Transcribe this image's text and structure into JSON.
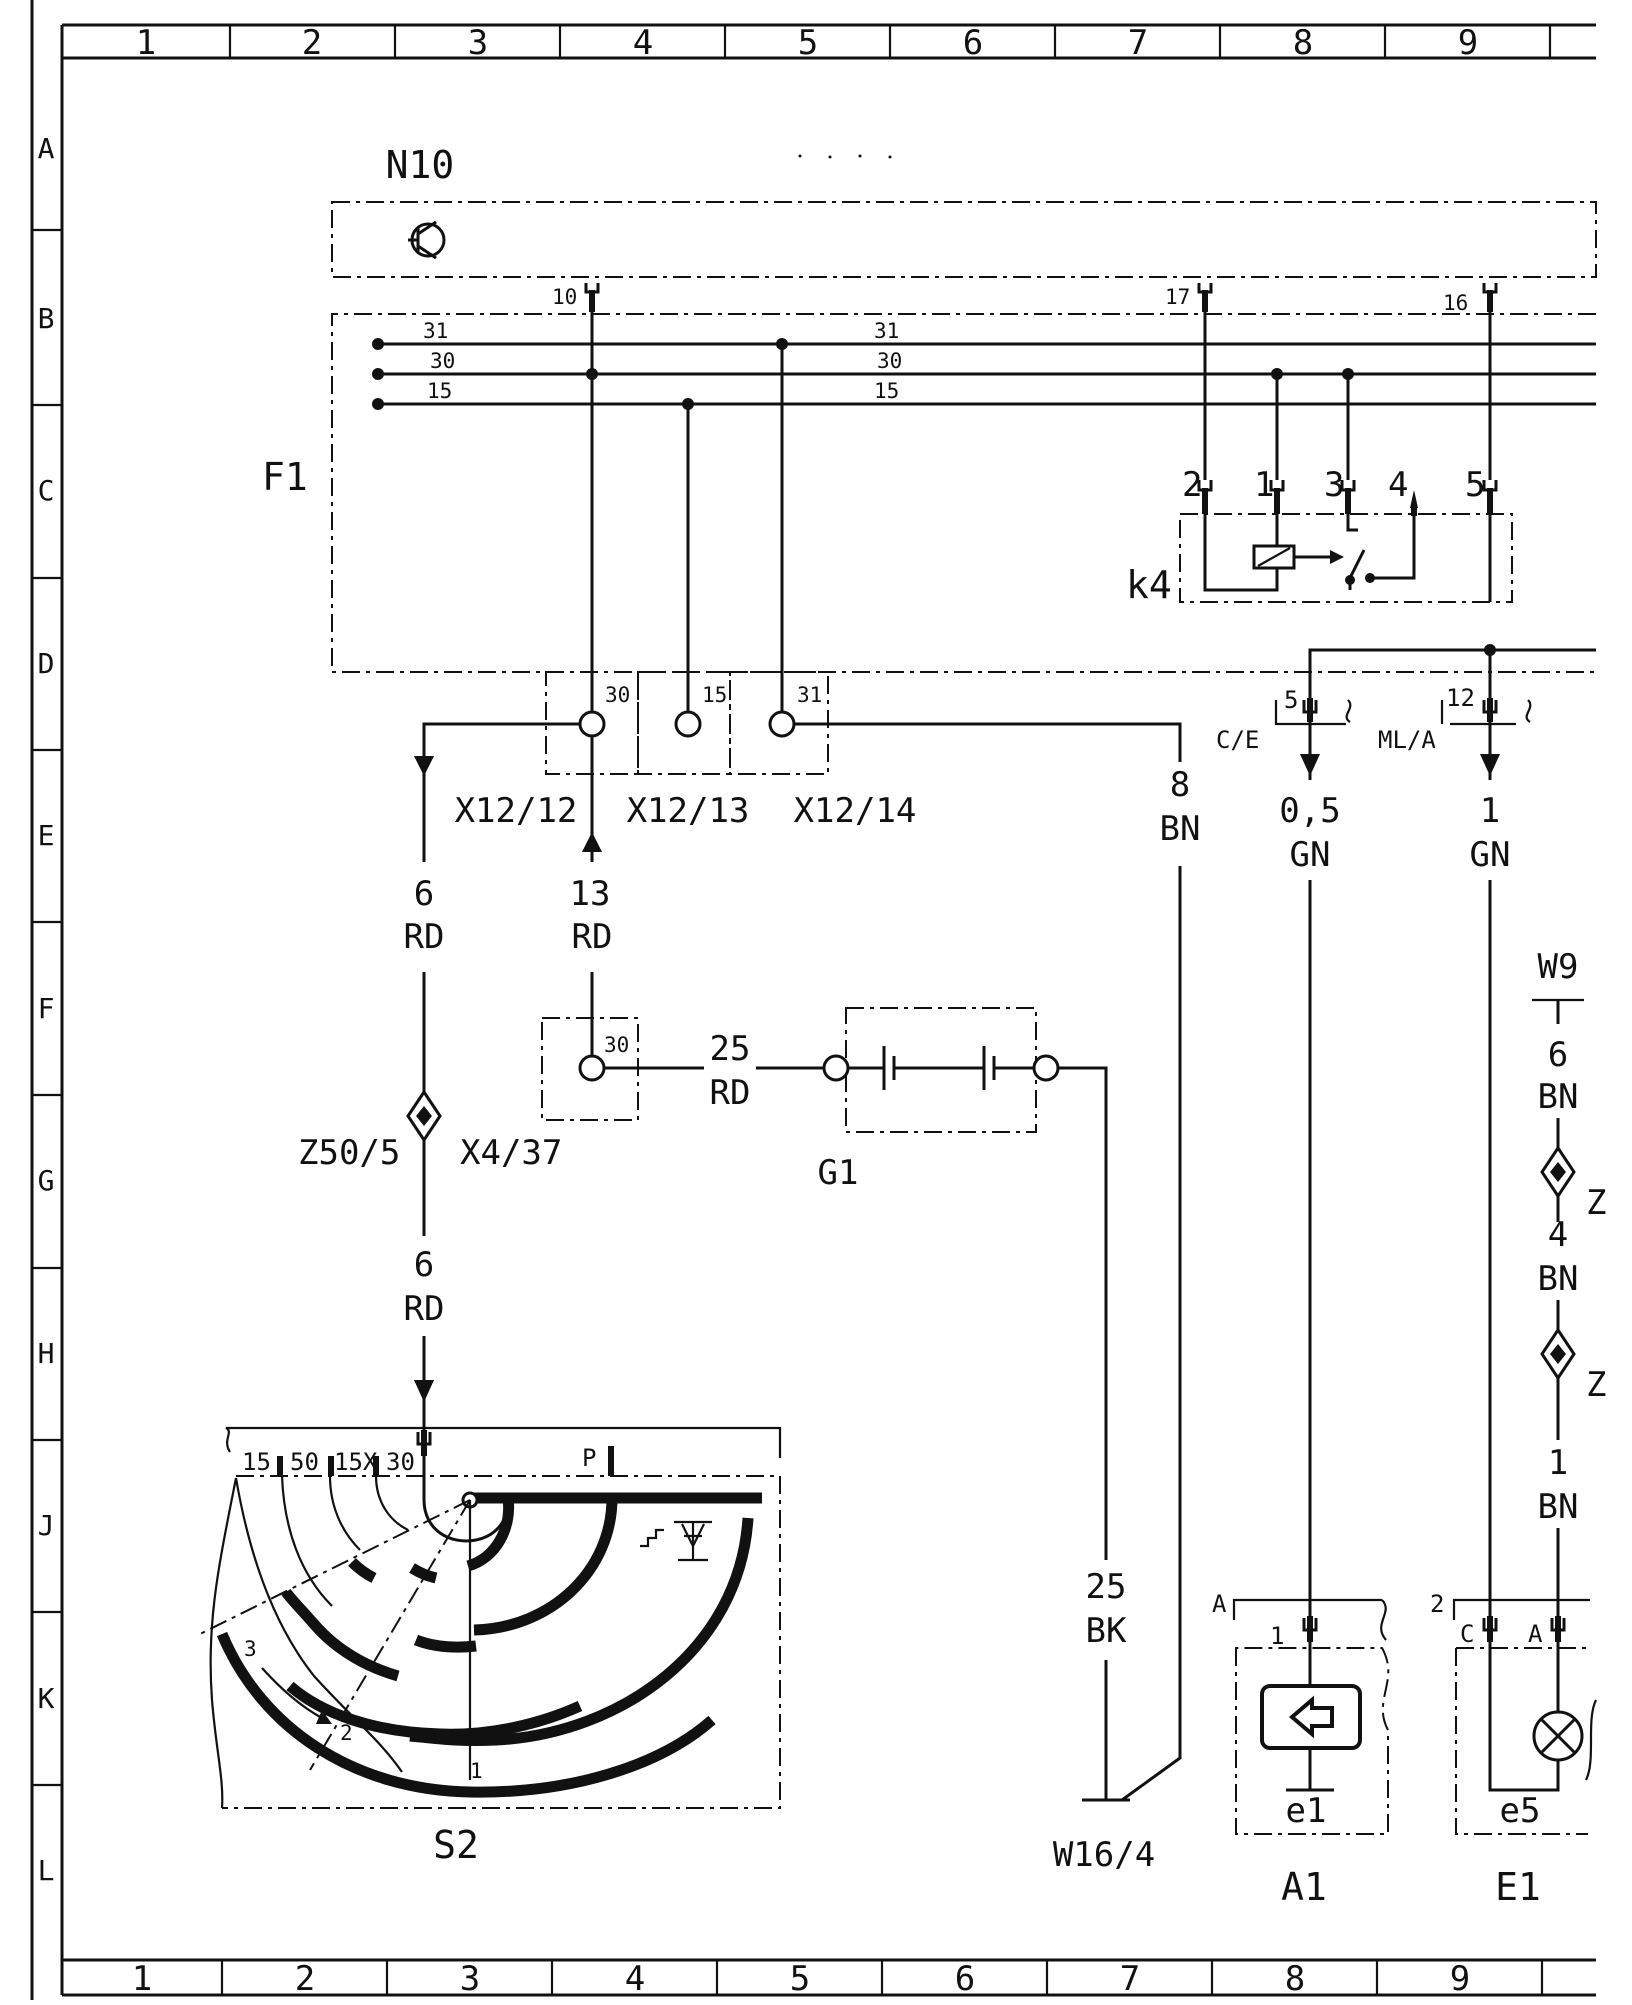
{
  "grid": {
    "columns": [
      "1",
      "2",
      "3",
      "4",
      "5",
      "6",
      "7",
      "8",
      "9"
    ],
    "rows": [
      "A",
      "B",
      "C",
      "D",
      "E",
      "F",
      "G",
      "H",
      "J",
      "K",
      "L"
    ]
  },
  "components": {
    "n10": "N10",
    "f1": "F1",
    "k4": "k4",
    "g1": "G1",
    "s2": "S2",
    "a1": "A1",
    "e1": "E1",
    "e1_lamp": "e5",
    "a1_lamp": "e1",
    "w9": "W9",
    "w16": "W16/4",
    "z50": "Z50/5",
    "x4": "X4/37",
    "z1": "Z",
    "z2": "Z"
  },
  "connectors": {
    "x12_12": "X12/12",
    "x12_13": "X12/13",
    "x12_14": "X12/14",
    "ce": "C/E",
    "mla": "ML/A"
  },
  "bus_labels": {
    "l31": "31",
    "l30": "30",
    "l15": "15",
    "r31": "31",
    "r30": "30",
    "r15": "15"
  },
  "pins": {
    "n10_10": "10",
    "n10_17": "17",
    "n10_16": "16",
    "k4_2": "2",
    "k4_1": "1",
    "k4_3": "3",
    "k4_4": "4",
    "k4_5": "5",
    "x12_30": "30",
    "x12_15": "15",
    "x12_31": "31",
    "g_30": "30",
    "ce_5": "5",
    "mla_12": "12",
    "s2_15": "15",
    "s2_50": "50",
    "s2_15x": "15X",
    "s2_30": "30",
    "s2_p": "P",
    "a1_a": "A",
    "a1_1": "1",
    "e1_2": "2",
    "e1_c": "C",
    "e1_a": "A",
    "s2_pos1": "1",
    "s2_pos2": "2",
    "s2_pos3": "3"
  },
  "wires": {
    "w1": {
      "size": "6",
      "color": "RD"
    },
    "w2": {
      "size": "13",
      "color": "RD"
    },
    "w3": {
      "size": "8",
      "color": "BN"
    },
    "w4": {
      "size": "0,5",
      "color": "GN"
    },
    "w5": {
      "size": "1",
      "color": "GN"
    },
    "w6": {
      "size": "25",
      "color": "RD"
    },
    "w7": {
      "size": "6",
      "color": "RD"
    },
    "w8": {
      "size": "25",
      "color": "BK"
    },
    "w9a": {
      "size": "6",
      "color": "BN"
    },
    "w9b": {
      "size": "4",
      "color": "BN"
    },
    "w9c": {
      "size": "1",
      "color": "BN"
    }
  }
}
